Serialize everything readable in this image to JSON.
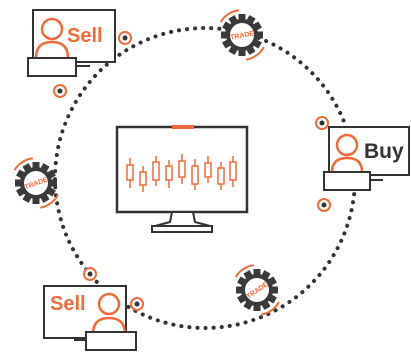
{
  "labels": {
    "sell_top": "Sell",
    "buy_right": "Buy",
    "sell_bottom": "Sell",
    "trade": "TRADE"
  },
  "colors": {
    "accent": "#f06a3a",
    "outline": "#333333",
    "gear": "#3a3a3a"
  },
  "icons": [
    "person-icon",
    "desk-icon",
    "gear-icon",
    "monitor-icon",
    "candlestick-icon"
  ]
}
